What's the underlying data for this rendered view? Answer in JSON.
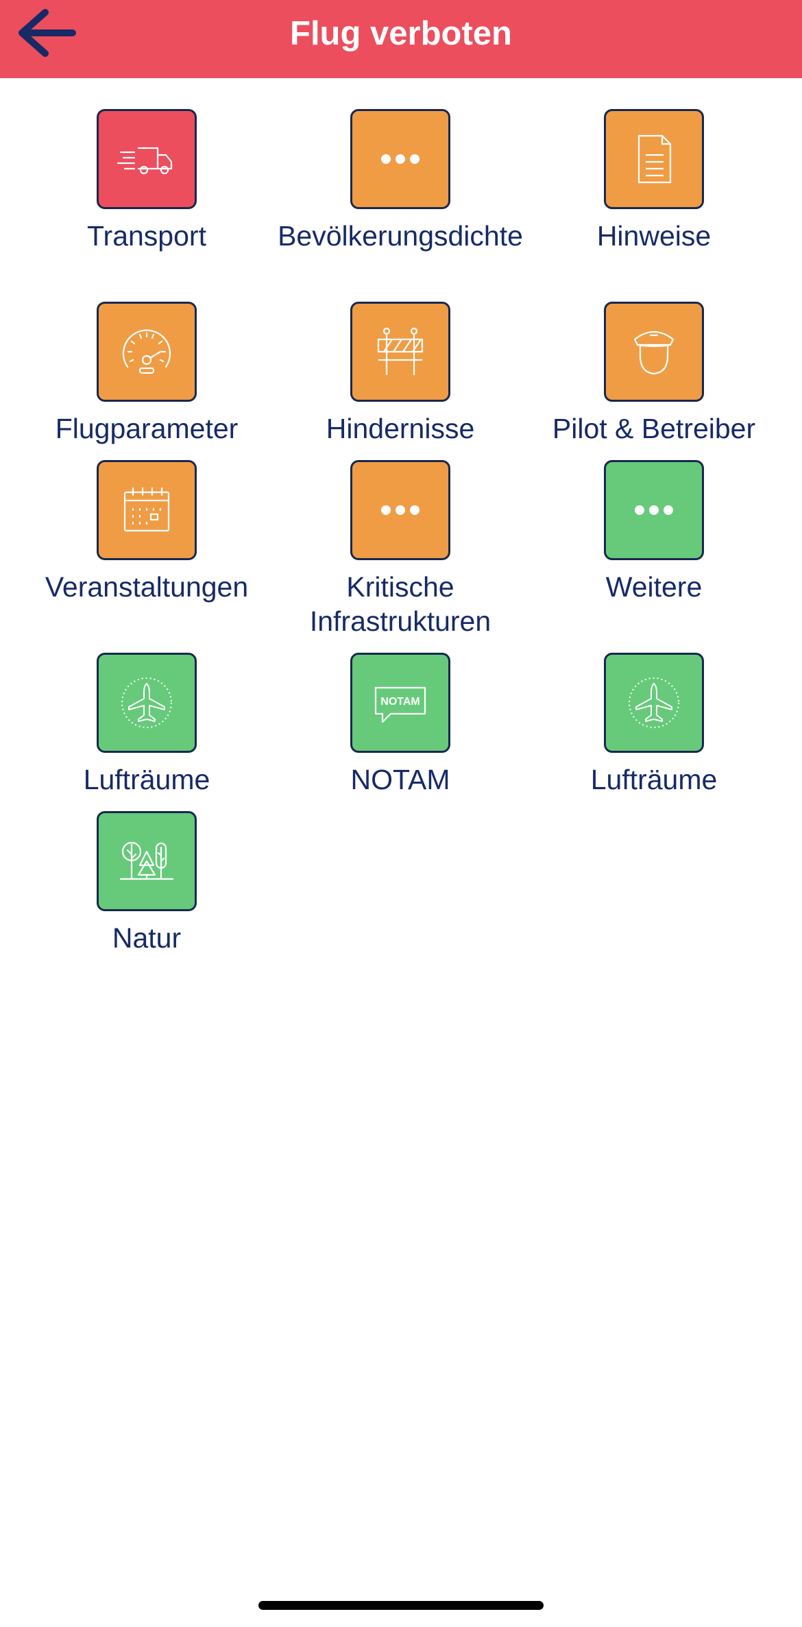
{
  "header": {
    "title": "Flug verboten",
    "back_icon": "arrow-left-icon",
    "background": "#ec4e5e"
  },
  "colors": {
    "red": "#ec4e5e",
    "orange": "#f09c45",
    "green": "#66ca7a",
    "label": "#172a66",
    "border": "#17284f"
  },
  "tiles": [
    {
      "label": "Transport",
      "icon": "truck-icon",
      "color": "red"
    },
    {
      "label": "Bevölkerungsdichte",
      "icon": "more-dots-icon",
      "color": "orange"
    },
    {
      "label": "Hinweise",
      "icon": "document-icon",
      "color": "orange"
    },
    {
      "label": "Flugparameter",
      "icon": "speedometer-icon",
      "color": "orange"
    },
    {
      "label": "Hindernisse",
      "icon": "barrier-icon",
      "color": "orange"
    },
    {
      "label": "Pilot & Betreiber",
      "icon": "pilot-icon",
      "color": "orange"
    },
    {
      "label": "Veranstaltungen",
      "icon": "calendar-icon",
      "color": "orange"
    },
    {
      "label": "Kritische Infrastrukturen",
      "icon": "more-dots-icon",
      "color": "orange"
    },
    {
      "label": "Weitere",
      "icon": "more-dots-icon",
      "color": "green"
    },
    {
      "label": "Lufträume",
      "icon": "airplane-icon",
      "color": "green"
    },
    {
      "label": "NOTAM",
      "icon": "notam-icon",
      "color": "green",
      "icon_text": "NOTAM"
    },
    {
      "label": "Lufträume",
      "icon": "airplane-icon",
      "color": "green"
    },
    {
      "label": "Natur",
      "icon": "trees-icon",
      "color": "green"
    }
  ]
}
